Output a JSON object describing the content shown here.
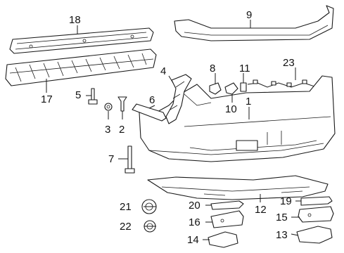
{
  "callouts": [
    "1",
    "2",
    "3",
    "4",
    "5",
    "6",
    "7",
    "8",
    "9",
    "10",
    "11",
    "12",
    "13",
    "14",
    "15",
    "16",
    "17",
    "18",
    "19",
    "20",
    "21",
    "22",
    "23"
  ]
}
